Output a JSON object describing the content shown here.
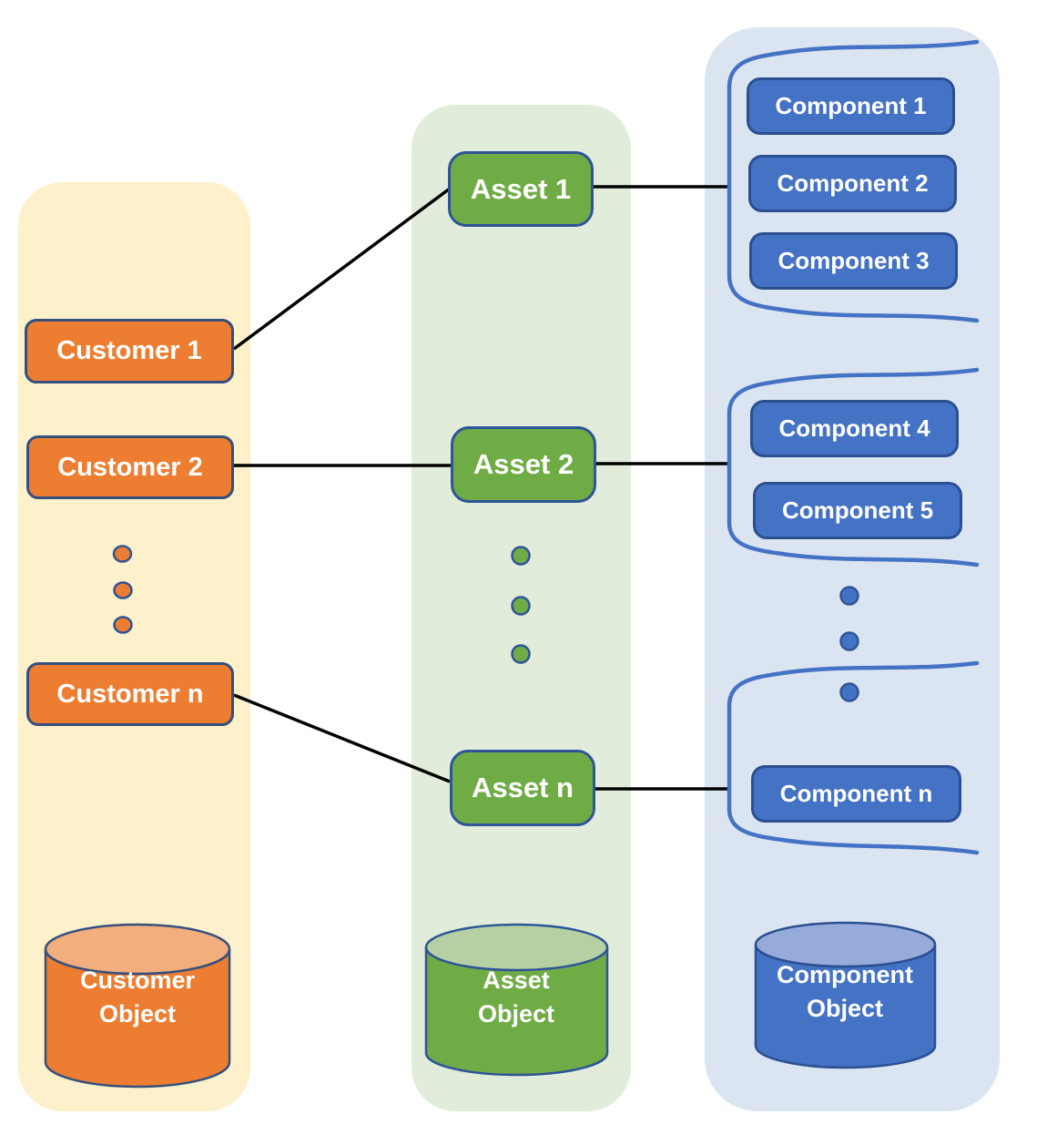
{
  "diagram_type": "layered-object-relationship-diagram",
  "colors": {
    "customer_accent": "#ED7D31",
    "customer_column_bg": "#FCF1CB",
    "customer_cylinder_top": "#F2AE7D",
    "asset_accent": "#6FAC46",
    "asset_column_bg": "#E1EDDA",
    "asset_cylinder_top": "#B5D1A3",
    "component_accent": "#4472C4",
    "component_column_bg": "#DBE5F1",
    "component_cylinder_top": "#96ABD9",
    "node_border": "#2E5597",
    "brace_stroke": "#4472C4",
    "connector_stroke": "#000000"
  },
  "columns": [
    {
      "name": "customer",
      "nodes": [
        "Customer 1",
        "Customer 2",
        "Customer n"
      ],
      "ellipsis_dots": 3,
      "object": [
        "Customer",
        "Object"
      ]
    },
    {
      "name": "asset",
      "nodes": [
        "Asset 1",
        "Asset 2",
        "Asset n"
      ],
      "ellipsis_dots": 3,
      "object": [
        "Asset",
        "Object"
      ]
    },
    {
      "name": "component",
      "nodes": [
        "Component 1",
        "Component 2",
        "Component 3",
        "Component 4",
        "Component 5",
        "Component n"
      ],
      "groups": [
        [
          "Component 1",
          "Component 2",
          "Component 3"
        ],
        [
          "Component 4",
          "Component 5"
        ],
        [
          "Component n"
        ]
      ],
      "ellipsis_dots": 3,
      "object": [
        "Component",
        "Object"
      ]
    }
  ],
  "connections": [
    {
      "from": "Customer 1",
      "to": "Asset 1"
    },
    {
      "from": "Customer 2",
      "to": "Asset 2"
    },
    {
      "from": "Customer n",
      "to": "Asset n"
    },
    {
      "from": "Asset 1",
      "to": "Component group 1-3"
    },
    {
      "from": "Asset 2",
      "to": "Component group 4-5"
    },
    {
      "from": "Asset n",
      "to": "Component group n"
    }
  ]
}
